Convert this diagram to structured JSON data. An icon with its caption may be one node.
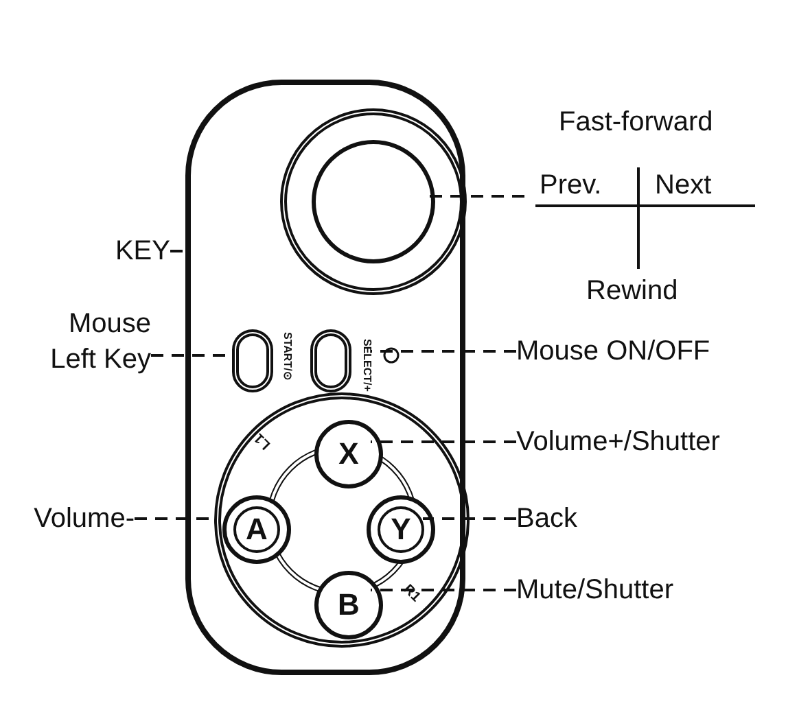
{
  "diagram": {
    "nodes": [
      {
        "text": [],
        "shape": "box"
      },
      {
        "text": [],
        "shape": "circle",
        "in": 0
      },
      {
        "text": [],
        "shape": "box",
        "in": 0
      },
      {
        "text": [],
        "shape": "box",
        "in": 0
      },
      {
        "text": [],
        "shape": "circle",
        "in": 0
      },
      {
        "text": [
          "X"
        ],
        "in": 4
      },
      {
        "text": [
          "A"
        ],
        "in": 4
      },
      {
        "text": [
          "Y"
        ],
        "in": 4
      },
      {
        "text": [
          "B"
        ],
        "in": 4
      },
      {
        "text": [
          "KEY"
        ]
      },
      {
        "text": [
          "Mouse Left Key"
        ]
      },
      {
        "text": [
          "Mouse ON/OFF"
        ]
      },
      {
        "text": [
          "Volume+/Shutter"
        ]
      },
      {
        "text": [
          "Volume-"
        ]
      },
      {
        "text": [
          "Back"
        ]
      },
      {
        "text": [
          "Mute/Shutter"
        ]
      },
      {
        "text": [
          "Fast-forward",
          "Prev.",
          "Next",
          "Rewind"
        ]
      }
    ],
    "edges": [
      {
        "from": 9,
        "to": 0,
        "arrow": "none",
        "style": "dashed"
      },
      {
        "from": 10,
        "to": 2,
        "arrow": "none",
        "style": "dashed"
      },
      {
        "from": 11,
        "to": 3,
        "arrow": "none",
        "style": "dashed"
      },
      {
        "from": 12,
        "to": 5,
        "arrow": "none",
        "style": "dashed"
      },
      {
        "from": 13,
        "to": 6,
        "arrow": "none",
        "style": "dashed"
      },
      {
        "from": 14,
        "to": 7,
        "arrow": "none",
        "style": "dashed"
      },
      {
        "from": 15,
        "to": 8,
        "arrow": "none",
        "style": "dashed"
      },
      {
        "from": 1,
        "to": 16,
        "arrow": "none",
        "style": "dashed"
      }
    ],
    "labels": [
      "START/⊙",
      "SELECT/+",
      "L1",
      "R1"
    ]
  }
}
